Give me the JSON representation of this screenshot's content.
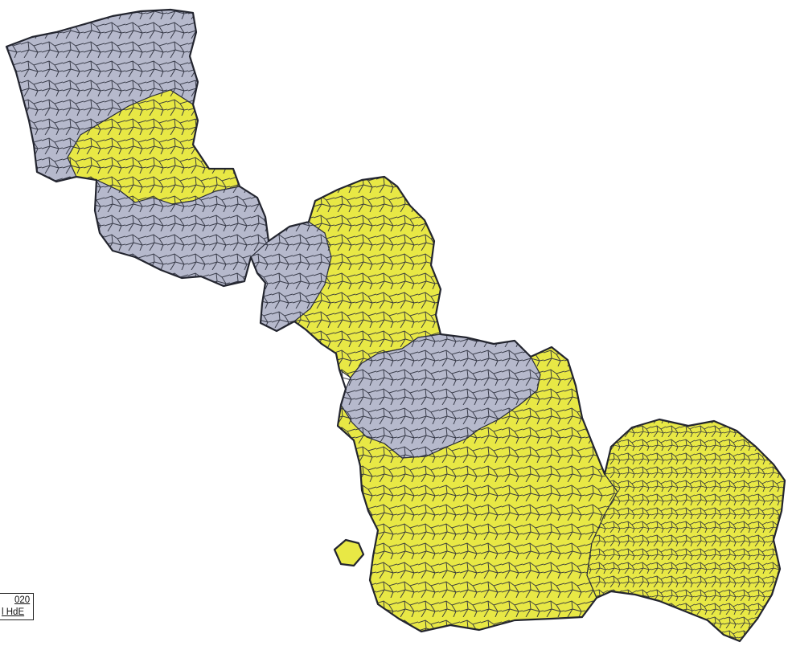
{
  "map": {
    "colors": {
      "grey_zone": "#b6b9cc",
      "yellow_zone": "#e8e845",
      "border": "#2a2d3a",
      "background": "#ffffff"
    },
    "zones": [
      {
        "id": "nw-grey-north",
        "category": "grey_zone"
      },
      {
        "id": "nw-yellow-band",
        "category": "yellow_zone"
      },
      {
        "id": "nw-grey-south",
        "category": "grey_zone"
      },
      {
        "id": "center-grey-neck",
        "category": "grey_zone"
      },
      {
        "id": "center-yellow-north",
        "category": "yellow_zone"
      },
      {
        "id": "center-grey-east",
        "category": "grey_zone"
      },
      {
        "id": "south-yellow-block",
        "category": "yellow_zone"
      },
      {
        "id": "southeast-yellow-block",
        "category": "yellow_zone"
      },
      {
        "id": "west-islet",
        "category": "yellow_zone"
      }
    ]
  },
  "source_box": {
    "line1": "020",
    "line2": "l HdE"
  }
}
